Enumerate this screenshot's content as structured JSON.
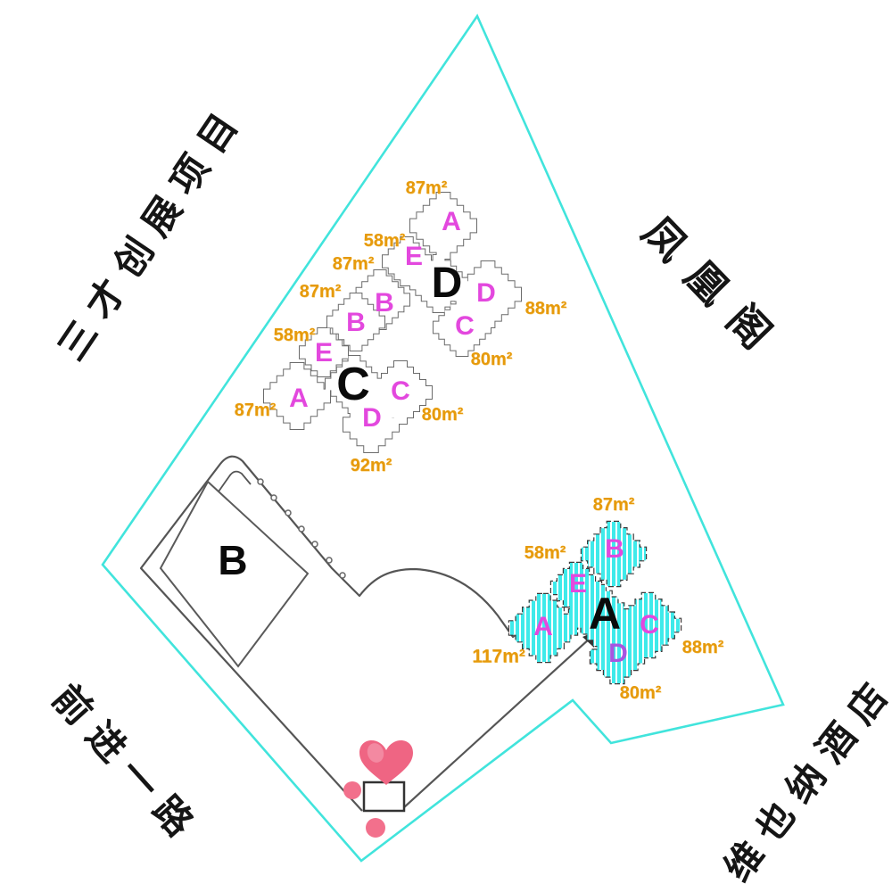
{
  "title": "residential site plan",
  "colors": {
    "boundary_cyan": "#41E4DC",
    "outline_gray": "#5a5a5a",
    "area_label_orange": "#E69A0C",
    "unit_letter_magenta": "#E348DE",
    "unit_letter_purple": "#A855E0",
    "building_letter_black": "#0a0a0a",
    "highlight_fill_cyan": "#3EEAEA",
    "heart_pink": "#F0688A"
  },
  "surroundings": [
    {
      "id": "project-northwest",
      "text": "三才创展项目"
    },
    {
      "id": "phoenix-pavilion",
      "text": "凤凰阁"
    },
    {
      "id": "qianjin-road",
      "text": "前进一路"
    },
    {
      "id": "vienna-hotel",
      "text": "维也纳酒店"
    }
  ],
  "buildings": {
    "d": {
      "label": "D",
      "highlighted": false,
      "units": [
        {
          "letter": "A",
          "area": "87m²"
        },
        {
          "letter": "E",
          "area": "58m²"
        },
        {
          "letter": "B",
          "area": "87m²"
        },
        {
          "letter": "D",
          "area": "88m²"
        },
        {
          "letter": "C",
          "area": "80m²"
        }
      ]
    },
    "c": {
      "label": "C",
      "highlighted": false,
      "units": [
        {
          "letter": "B",
          "area": "87m²"
        },
        {
          "letter": "E",
          "area": "58m²"
        },
        {
          "letter": "A",
          "area": "87m²"
        },
        {
          "letter": "C",
          "area": "80m²"
        },
        {
          "letter": "D",
          "area": "92m²"
        }
      ]
    },
    "b": {
      "label": "B",
      "highlighted": false,
      "units": []
    },
    "a": {
      "label": "A",
      "highlighted": true,
      "units": [
        {
          "letter": "B",
          "area": "87m²"
        },
        {
          "letter": "E",
          "area": "58m²"
        },
        {
          "letter": "A",
          "area": "117m²"
        },
        {
          "letter": "C",
          "area": "88m²"
        },
        {
          "letter": "D",
          "area": "80m²"
        }
      ]
    }
  }
}
